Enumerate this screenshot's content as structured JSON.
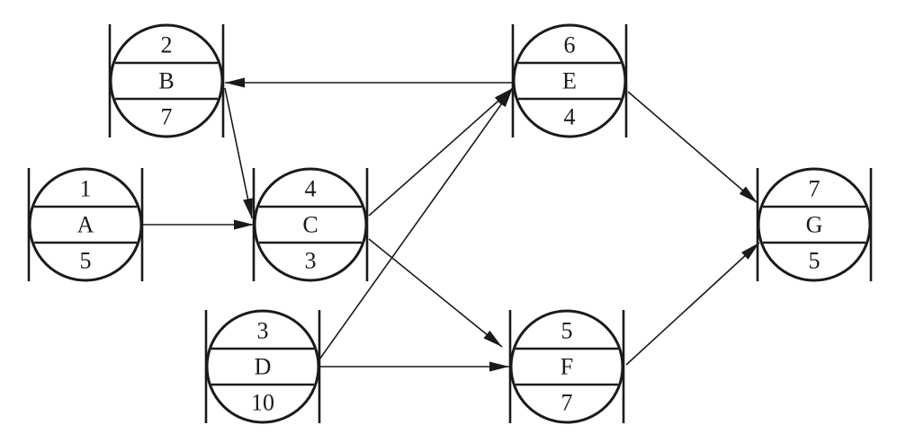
{
  "nodes": [
    {
      "id": "A",
      "top": "1",
      "label": "A",
      "bottom": "5"
    },
    {
      "id": "B",
      "top": "2",
      "label": "B",
      "bottom": "7"
    },
    {
      "id": "C",
      "top": "4",
      "label": "C",
      "bottom": "3"
    },
    {
      "id": "D",
      "top": "3",
      "label": "D",
      "bottom": "10"
    },
    {
      "id": "E",
      "top": "6",
      "label": "E",
      "bottom": "4"
    },
    {
      "id": "F",
      "top": "5",
      "label": "F",
      "bottom": "7"
    },
    {
      "id": "G",
      "top": "7",
      "label": "G",
      "bottom": "5"
    }
  ],
  "edges": [
    {
      "from": "A",
      "to": "C"
    },
    {
      "from": "B",
      "to": "C"
    },
    {
      "from": "E",
      "to": "B"
    },
    {
      "from": "C",
      "to": "E"
    },
    {
      "from": "C",
      "to": "F"
    },
    {
      "from": "D",
      "to": "E"
    },
    {
      "from": "D",
      "to": "F"
    },
    {
      "from": "E",
      "to": "G"
    },
    {
      "from": "F",
      "to": "G"
    }
  ]
}
